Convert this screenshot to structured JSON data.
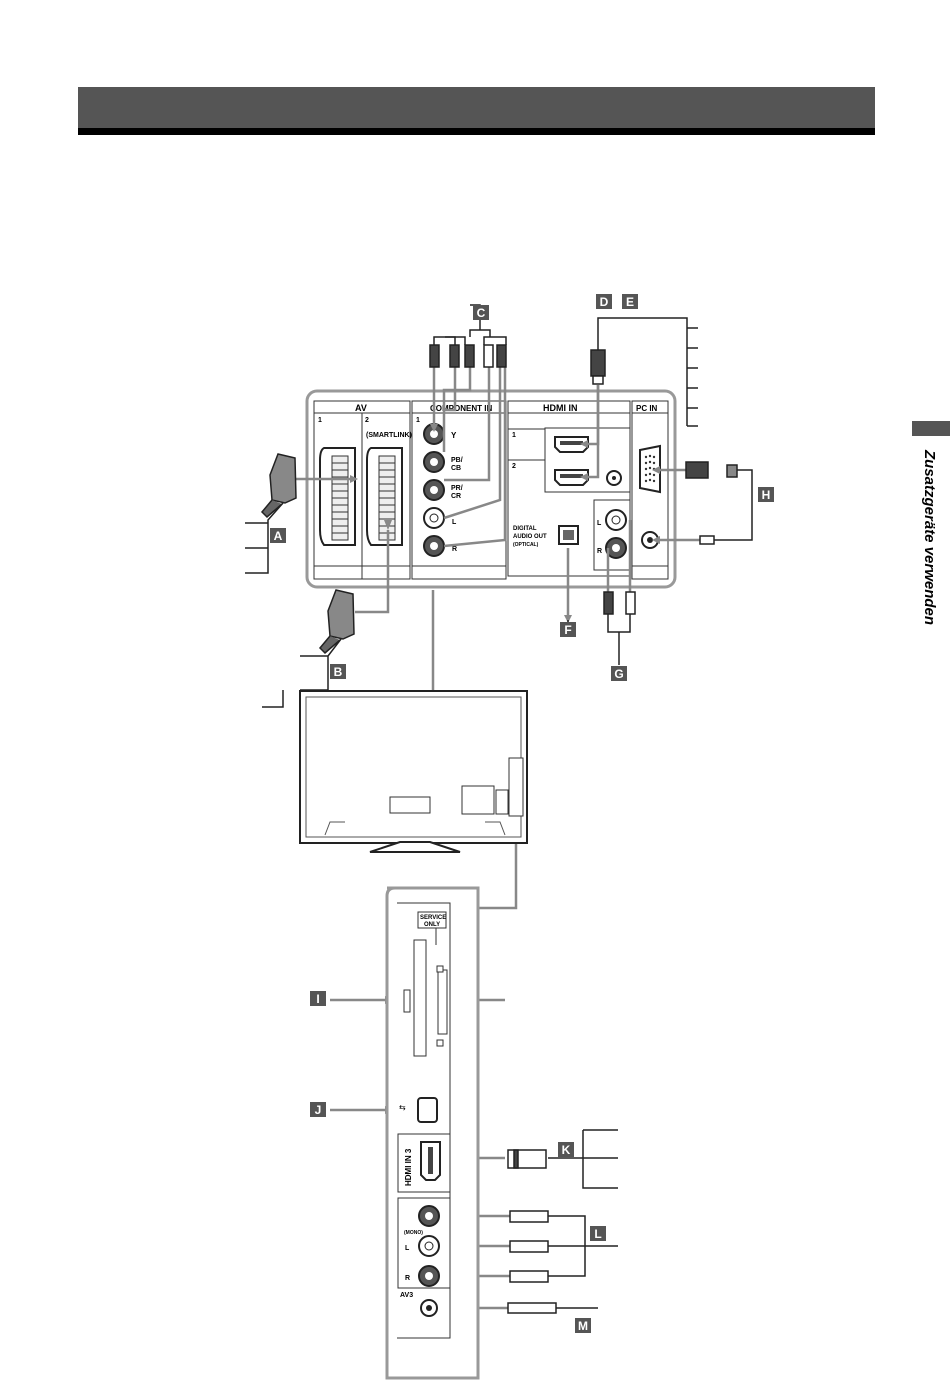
{
  "side_tab": {
    "text": "Zusatzgeräte verwenden"
  },
  "panel": {
    "av_title": "AV",
    "av1": "1",
    "av2": "2",
    "smartlink": "(SMARTLINK)",
    "component_title": "COMPONENT IN",
    "component_num": "1",
    "comp_y": "Y",
    "comp_pb": "PB/",
    "comp_cb": "CB",
    "comp_pr": "PR/",
    "comp_cr": "CR",
    "comp_l": "L",
    "comp_r": "R",
    "hdmi_title": "HDMI IN",
    "hdmi1": "1",
    "hdmi2": "2",
    "pc_title": "PC IN",
    "optical_line1": "DIGITAL",
    "optical_line2": "AUDIO OUT",
    "optical_line3": "(OPTICAL)",
    "audio_l": "L",
    "audio_r": "R"
  },
  "side_panel": {
    "service_line1": "SERVICE",
    "service_line2": "ONLY",
    "hdmi3": "HDMI IN 3",
    "mono": "(MONO)",
    "av3_l": "L",
    "av3_r": "R",
    "av3": "AV3"
  },
  "callouts": [
    "A",
    "B",
    "C",
    "D",
    "E",
    "F",
    "G",
    "H",
    "I",
    "J",
    "K",
    "L",
    "M"
  ],
  "colors": {
    "header": "#555555",
    "callout_bg": "#555555",
    "cable": "#888888"
  }
}
